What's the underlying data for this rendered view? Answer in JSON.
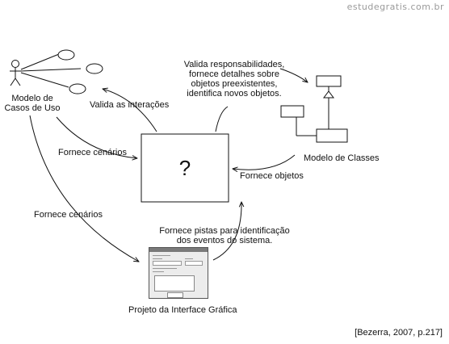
{
  "watermark": "estudegratis.com.br",
  "center": {
    "symbol": "?"
  },
  "use_case_model": {
    "label_line1": "Modelo de",
    "label_line2": "Casos de Uso"
  },
  "class_model": {
    "label": "Modelo de Classes"
  },
  "gui_project": {
    "label": "Projeto da Interface Gráfica"
  },
  "flows": {
    "validate_interactions": "Valida as interações",
    "provide_scenarios_1": "Fornece cenários",
    "provide_scenarios_2": "Fornece cenários",
    "provide_objects": "Fornece objetos",
    "responsibilities": {
      "line1": "Valida responsabilidades,",
      "line2": "fornece detalhes sobre",
      "line3": "objetos preexistentes,",
      "line4": "identifica novos objetos."
    },
    "event_hints": {
      "line1": "Fornece pistas para identificação",
      "line2": "dos eventos do sistema."
    }
  },
  "citation": "[Bezerra, 2007, p.217]"
}
